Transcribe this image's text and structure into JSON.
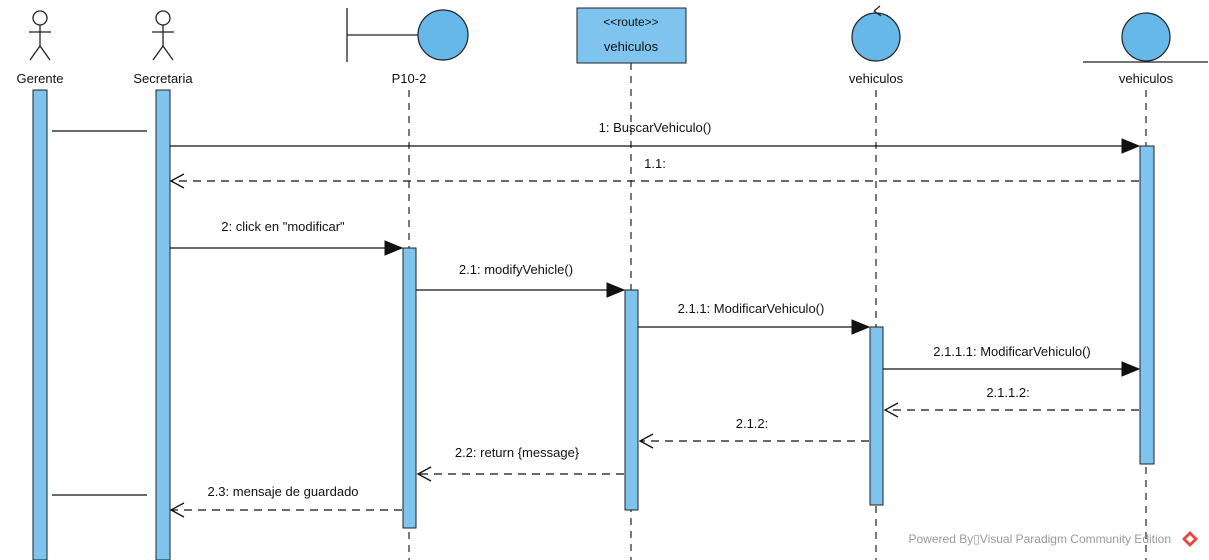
{
  "participants": [
    {
      "name": "Gerente",
      "kind": "actor"
    },
    {
      "name": "Secretaria",
      "kind": "actor"
    },
    {
      "name": "P10-2",
      "kind": "boundary"
    },
    {
      "stereotype": "<<route>>",
      "name": "vehiculos",
      "kind": "route"
    },
    {
      "name": "vehiculos",
      "kind": "control"
    },
    {
      "name": "vehiculos",
      "kind": "entity"
    }
  ],
  "messages": [
    {
      "label": "1: BuscarVehiculo()",
      "type": "sync"
    },
    {
      "label": "1.1:",
      "type": "return"
    },
    {
      "label": "2: click en \"modificar\"",
      "type": "sync"
    },
    {
      "label": "2.1: modifyVehicle()",
      "type": "sync"
    },
    {
      "label": "2.1.1: ModificarVehiculo()",
      "type": "sync"
    },
    {
      "label": "2.1.1.1: ModificarVehiculo()",
      "type": "sync"
    },
    {
      "label": "2.1.1.2:",
      "type": "return"
    },
    {
      "label": "2.1.2:",
      "type": "return"
    },
    {
      "label": "2.2: return {message}",
      "type": "return"
    },
    {
      "label": "2.3: mensaje de guardado",
      "type": "return"
    }
  ],
  "footer": {
    "text": "Powered By▯Visual Paradigm Community Edition",
    "logo_color": "#e8473f"
  },
  "colors": {
    "activation": "#7fc4ee",
    "participant_ball": "#66b8e8"
  }
}
